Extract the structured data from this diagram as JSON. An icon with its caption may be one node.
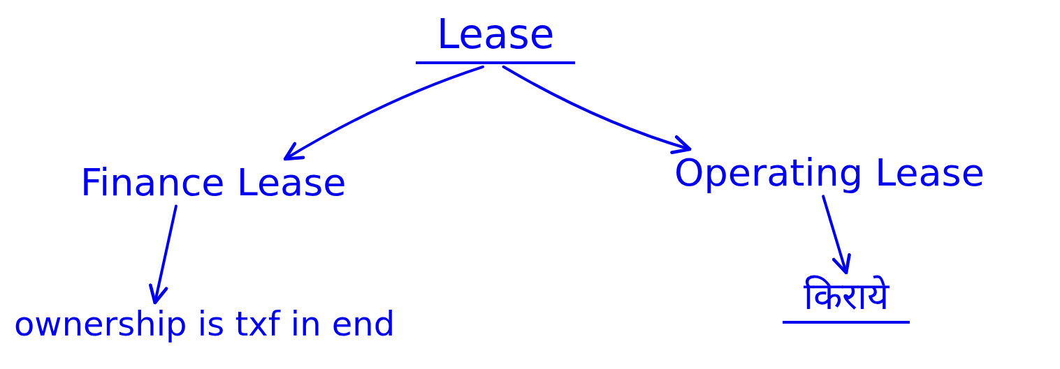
{
  "diagram": {
    "nodes": [
      {
        "text": [
          "Lease"
        ]
      },
      {
        "text": [
          "Finance Lease"
        ]
      },
      {
        "text": [
          "Operating Lease"
        ]
      },
      {
        "text": [
          "ownership is txf in end"
        ]
      },
      {
        "text": [
          "किराये"
        ]
      }
    ],
    "edges": [
      {
        "from": 0,
        "to": 1,
        "arrow": "to"
      },
      {
        "from": 0,
        "to": 2,
        "arrow": "to"
      },
      {
        "from": 1,
        "to": 3,
        "arrow": "to"
      },
      {
        "from": 2,
        "to": 4,
        "arrow": "to"
      }
    ]
  }
}
